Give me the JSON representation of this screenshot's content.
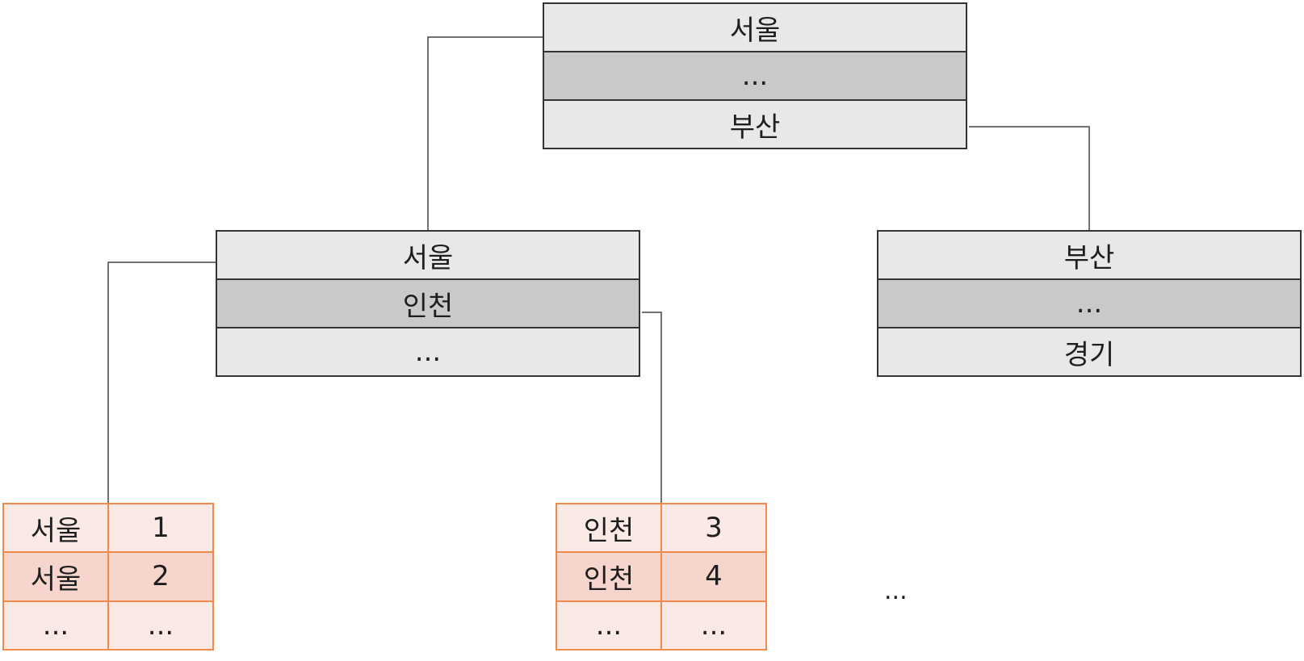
{
  "root": {
    "rows": [
      "서울",
      "...",
      "부산"
    ]
  },
  "mid_left": {
    "rows": [
      "서울",
      "인천",
      "..."
    ]
  },
  "mid_right": {
    "rows": [
      "부산",
      "...",
      "경기"
    ]
  },
  "leaf_left": {
    "rows": [
      [
        "서울",
        "1"
      ],
      [
        "서울",
        "2"
      ],
      [
        "...",
        "..."
      ]
    ]
  },
  "leaf_middle": {
    "rows": [
      [
        "인천",
        "3"
      ],
      [
        "인천",
        "4"
      ],
      [
        "...",
        "..."
      ]
    ]
  },
  "more_ellipsis": "...",
  "colors": {
    "node_border": "#333333",
    "node_light": "#e8e8e8",
    "node_dark": "#c9c9c9",
    "leaf_border": "#f08a4b",
    "leaf_light": "#fbe9e5",
    "leaf_dark": "#f6d6cc",
    "connector": "#444444"
  }
}
